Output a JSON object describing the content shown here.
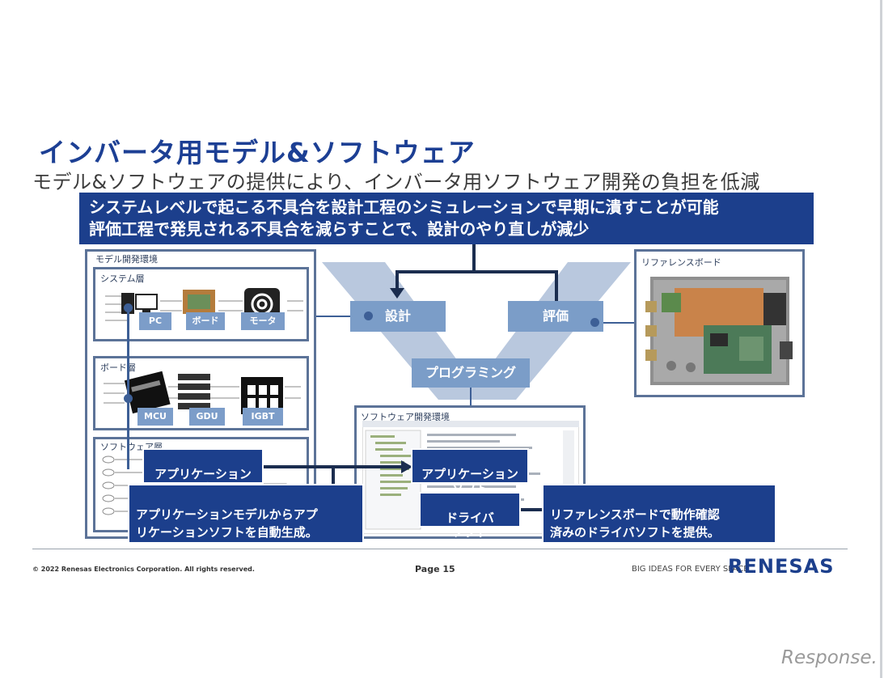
{
  "title": "インバータ用モデル&ソフトウェア",
  "subtitle": "モデル&ソフトウェアの提供により、インバータ用ソフトウェア開発の負担を低減",
  "banner": {
    "line1": "システムレベルで起こる不具合を設計工程のシミュレーションで早期に潰すことが可能",
    "line2": "評価工程で発見される不具合を減らすことで、設計のやり直しが減少"
  },
  "model_env": {
    "title": "モデル開発環境",
    "system_layer": {
      "title": "システム層",
      "chips": [
        "PC",
        "ボード",
        "モータ"
      ]
    },
    "board_layer": {
      "title": "ボード層",
      "chips": [
        "MCU",
        "GDU",
        "IGBT"
      ]
    },
    "software_layer": {
      "title": "ソフトウェア層",
      "app_model": "アプリケーション\nモデル"
    }
  },
  "v_flow": {
    "design": "設計",
    "evaluation": "評価",
    "programming": "プログラミング"
  },
  "reference_board": {
    "title": "リファレンスボード"
  },
  "software_env": {
    "title": "ソフトウェア開発環境",
    "app_software": "アプリケーション\nソフト",
    "driver_software": "ドライバ\nソフト"
  },
  "callouts": {
    "left": "アプリケーションモデルからアプ\nリケーションソフトを自動生成。\nプログラミングの負担低減",
    "right": "リファレンスボードで動作確認\n済みのドライバソフトを提供。\nプログラミングの負担低減"
  },
  "footer": {
    "copyright": "© 2022 Renesas Electronics Corporation. All rights reserved.",
    "page": "Page 15",
    "tagline": "BIG IDEAS FOR EVERY SPACE",
    "logo": "RENESAS"
  },
  "watermark": "Response.",
  "colors": {
    "primary": "#1c3f8c",
    "accent_light": "#7b9dc8",
    "v_shape": "#b9c8de"
  }
}
